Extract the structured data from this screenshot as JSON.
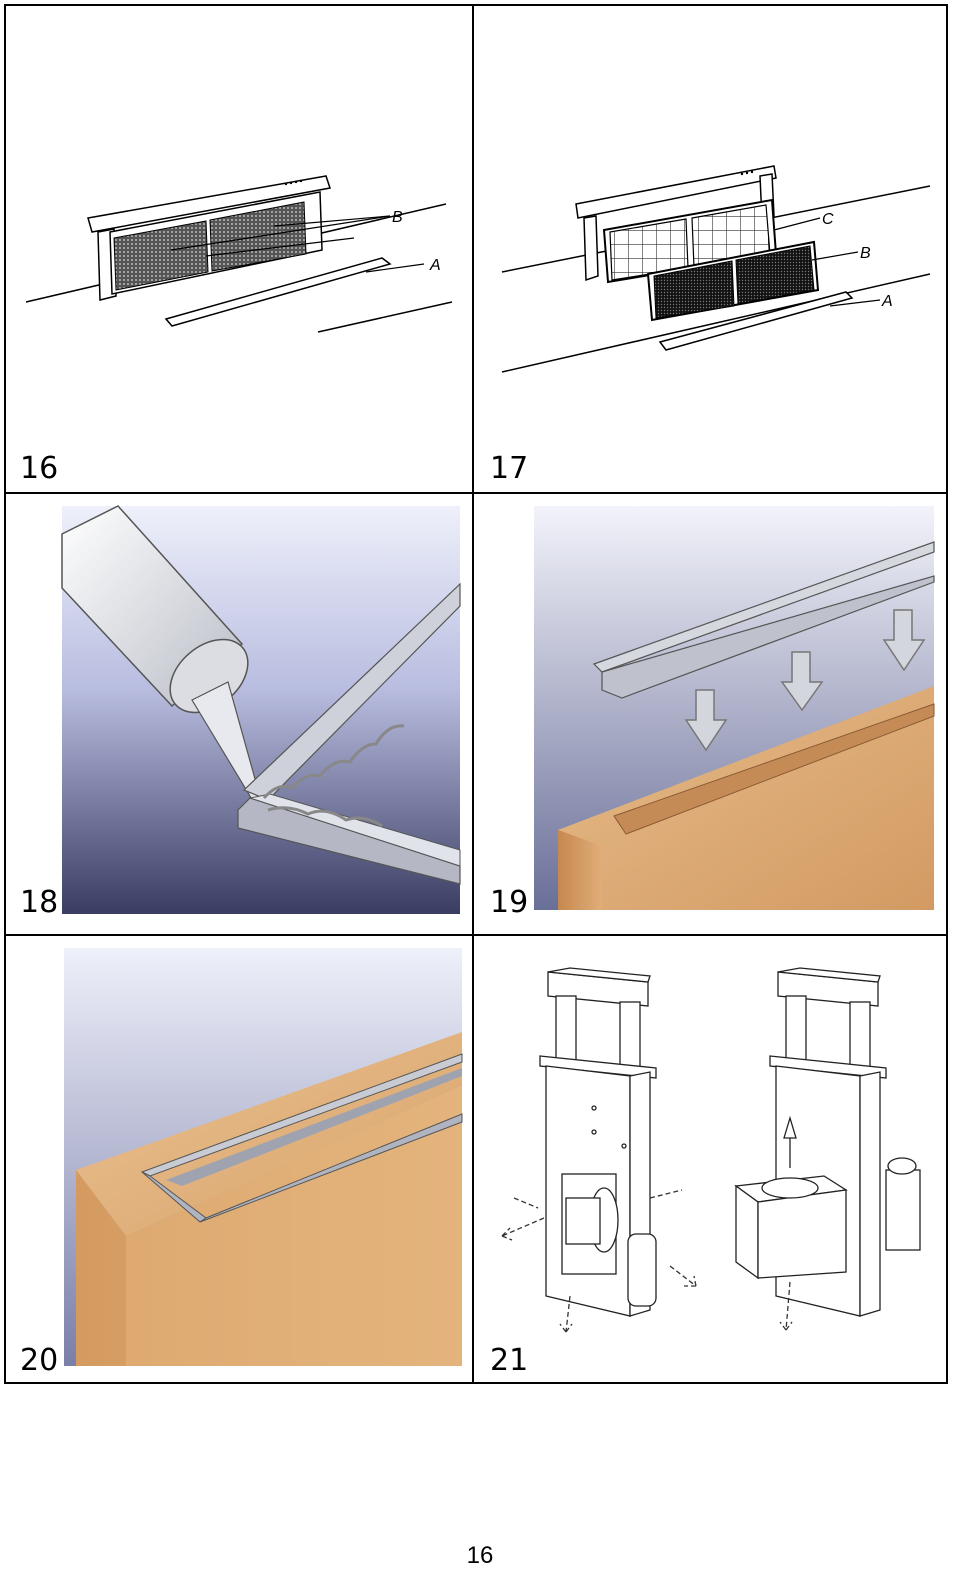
{
  "figures": [
    {
      "number": "16",
      "labels": {
        "a": "A",
        "b": "B"
      }
    },
    {
      "number": "17",
      "labels": {
        "a": "A",
        "b": "B",
        "c": "C"
      }
    },
    {
      "number": "18"
    },
    {
      "number": "19"
    },
    {
      "number": "20"
    },
    {
      "number": "21"
    }
  ],
  "page_number": "16",
  "colors": {
    "border": "#000000",
    "wood": "#d9a877",
    "wood_dark": "#b97c4a",
    "sky_top": "#f2f2f8",
    "sky_bottom": "#3c3f63",
    "metal": "#c8cbd3"
  }
}
